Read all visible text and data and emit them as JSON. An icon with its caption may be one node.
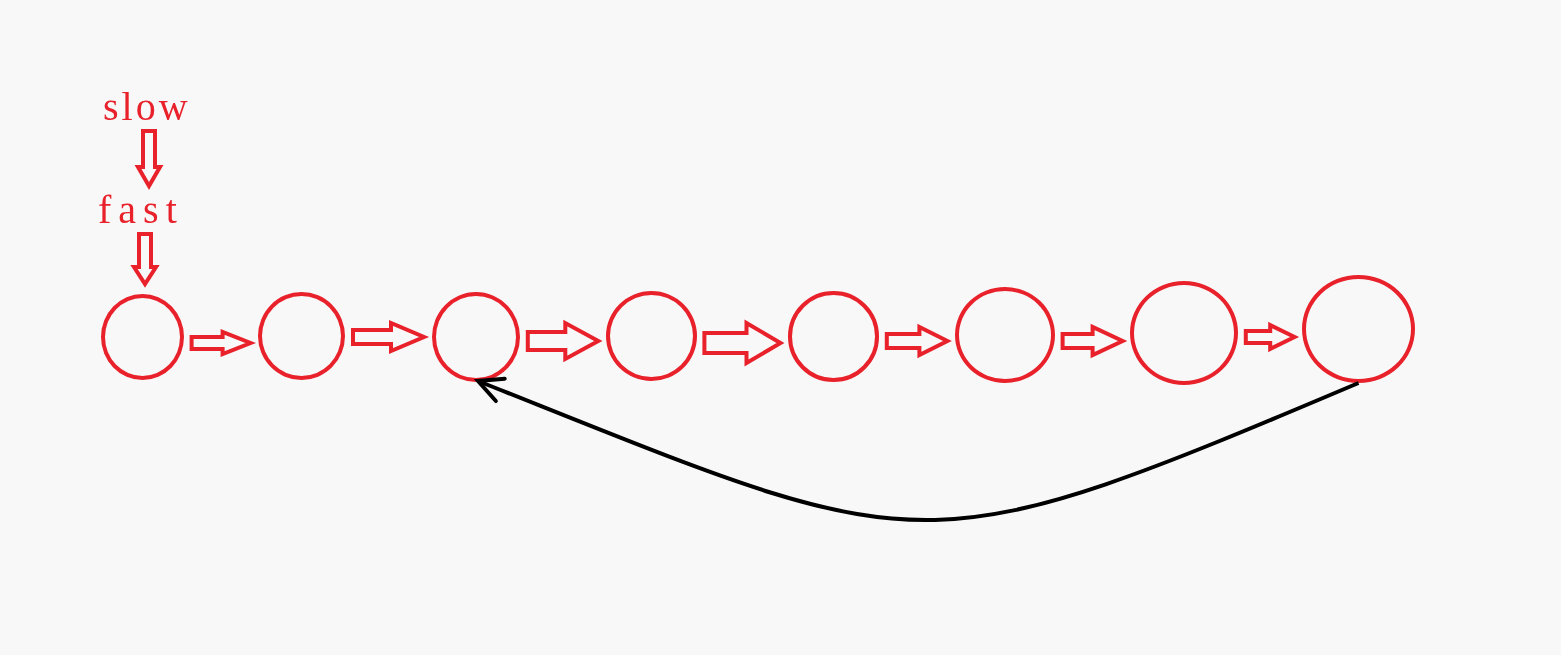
{
  "diagram": {
    "nodes": [
      {
        "text": [
          "slow"
        ]
      },
      {
        "text": [
          "fast"
        ]
      },
      {
        "text": [],
        "shape": "circle"
      },
      {
        "text": [],
        "shape": "circle"
      },
      {
        "text": [],
        "shape": "circle"
      },
      {
        "text": [],
        "shape": "circle"
      },
      {
        "text": [],
        "shape": "circle"
      },
      {
        "text": [],
        "shape": "circle"
      },
      {
        "text": [],
        "shape": "circle"
      },
      {
        "text": [],
        "shape": "circle"
      }
    ],
    "edges": [
      {
        "from": 0,
        "to": 1,
        "arrow": "to"
      },
      {
        "from": 1,
        "to": 2,
        "arrow": "to"
      },
      {
        "from": 2,
        "to": 3,
        "arrow": "to"
      },
      {
        "from": 3,
        "to": 4,
        "arrow": "to"
      },
      {
        "from": 4,
        "to": 5,
        "arrow": "to"
      },
      {
        "from": 5,
        "to": 6,
        "arrow": "to"
      },
      {
        "from": 6,
        "to": 7,
        "arrow": "to"
      },
      {
        "from": 7,
        "to": 8,
        "arrow": "to"
      },
      {
        "from": 8,
        "to": 9,
        "arrow": "to"
      },
      {
        "from": 9,
        "to": 4,
        "arrow": "to",
        "color": "#000000"
      }
    ]
  }
}
